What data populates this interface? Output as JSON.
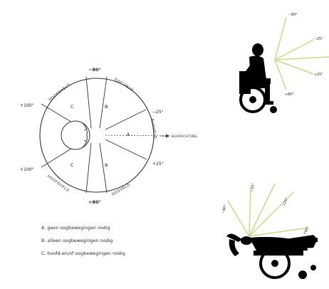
{
  "diagram": {
    "angles": {
      "top": "−80°",
      "upper_left": "+100°",
      "right_upper": "−25°",
      "right_lower": "+25°",
      "lower_left": "+100°",
      "bottom": "+80°"
    },
    "arcs": {
      "hoofdveld_top": "HOOFDVELD",
      "oogveld_top": "OOG-VELD",
      "blikveld": "BLIKVELD",
      "oogveld_bottom": "OOGVELD",
      "hoofdveld_bottom": "HOOFDVELD"
    },
    "zones": {
      "a": "A",
      "b_top": "B",
      "b_bottom": "B",
      "c_top": "C",
      "c_bottom": "C"
    },
    "arrow_label": "BLIKRICHTING"
  },
  "legend": {
    "a": "A: geen oogbewegingen nodig",
    "b": "B: alleen oogbewegingen nodig",
    "c": "C: hoofd-en/of oogbewegingen nodig"
  },
  "figure_upright": {
    "labels": [
      "−80°",
      "−25°",
      "+25°",
      "+80°"
    ],
    "line_color": "#c9d98a"
  },
  "figure_reclined": {
    "labels": [
      "−80°",
      "−25°",
      "+25°",
      "+80°"
    ],
    "line_color": "#c9d98a"
  }
}
